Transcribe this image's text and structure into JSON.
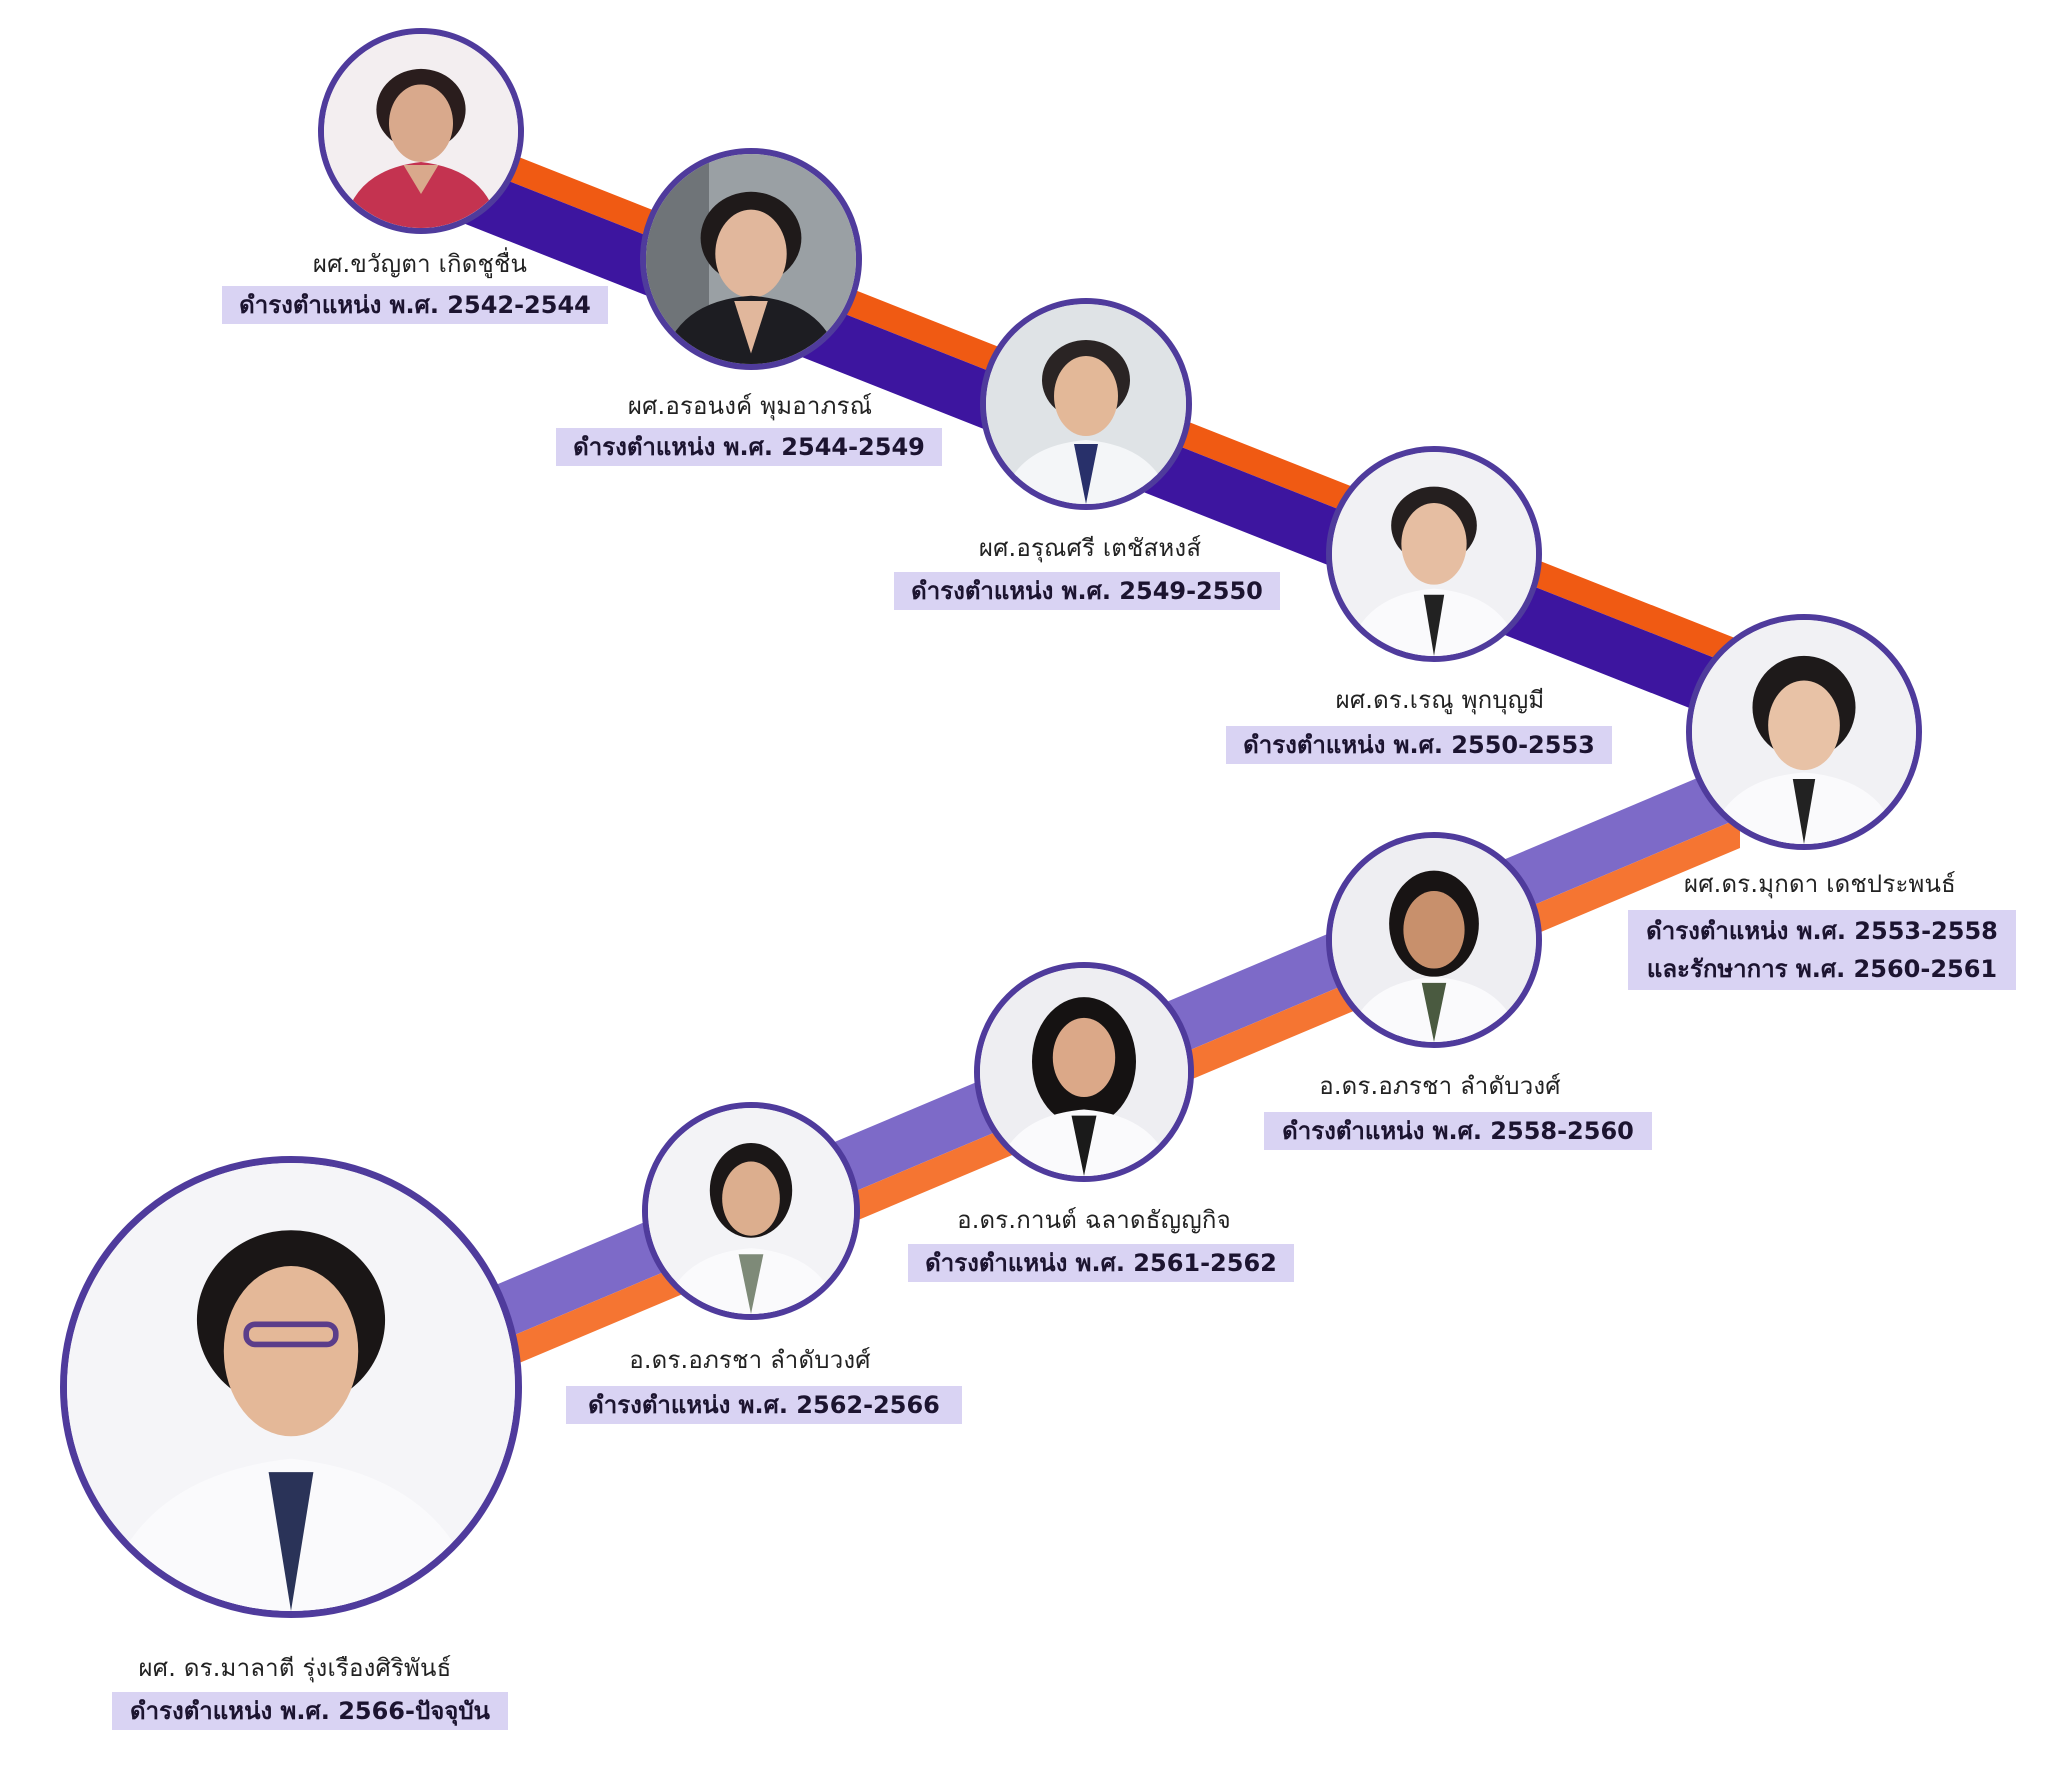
{
  "colors": {
    "frame": "#4f3b9c",
    "band_top_purple": "#3d159f",
    "band_top_orange": "#f05a13",
    "band_bottom_purple": "#7d6ac8",
    "band_bottom_orange": "#f57532",
    "label_bg": "#d9d3f3"
  },
  "people": [
    {
      "id": "p1",
      "name": "ผศ.ขวัญตา เกิดชูชื่น",
      "term": [
        "ดำรงตำแหน่ง พ.ศ. 2542-2544"
      ],
      "photo": "portrait-photo",
      "attire": "red-blouse"
    },
    {
      "id": "p2",
      "name": "ผศ.อรอนงค์ พุมอาภรณ์",
      "term": [
        "ดำรงตำแหน่ง พ.ศ. 2544-2549"
      ],
      "photo": "portrait-photo",
      "attire": "dark-jacket"
    },
    {
      "id": "p3",
      "name": "ผศ.อรุณศรี เตชัสหงส์",
      "term": [
        "ดำรงตำแหน่ง พ.ศ. 2549-2550"
      ],
      "photo": "portrait-photo",
      "attire": "white-coat"
    },
    {
      "id": "p4",
      "name": "ผศ.ดร.เรณู พุกบุญมี",
      "term": [
        "ดำรงตำแหน่ง พ.ศ. 2550-2553"
      ],
      "photo": "portrait-photo",
      "attire": "white-coat"
    },
    {
      "id": "p5",
      "name": "ผศ.ดร.มุกดา เดชประพนธ์",
      "term": [
        "ดำรงตำแหน่ง พ.ศ. 2553-2558",
        "และรักษาการ พ.ศ. 2560-2561"
      ],
      "photo": "portrait-photo",
      "attire": "white-coat"
    },
    {
      "id": "p6",
      "name": "อ.ดร.อภรชา ลำดับวงศ์",
      "term": [
        "ดำรงตำแหน่ง พ.ศ. 2558-2560"
      ],
      "photo": "portrait-photo",
      "attire": "white-coat"
    },
    {
      "id": "p7",
      "name": "อ.ดร.กานต์ ฉลาดธัญญกิจ",
      "term": [
        "ดำรงตำแหน่ง พ.ศ. 2561-2562"
      ],
      "photo": "portrait-photo",
      "attire": "white-coat"
    },
    {
      "id": "p8",
      "name": "อ.ดร.อภรชา ลำดับวงศ์",
      "term": [
        "ดำรงตำแหน่ง พ.ศ. 2562-2566"
      ],
      "photo": "portrait-photo",
      "attire": "white-coat"
    },
    {
      "id": "p9",
      "name": "ผศ. ดร.มาลาตี รุ่งเรืองศิริพันธ์",
      "term": [
        "ดำรงตำแหน่ง พ.ศ. 2566-ปัจจุบัน"
      ],
      "photo": "portrait-photo",
      "attire": "white-coat"
    }
  ]
}
